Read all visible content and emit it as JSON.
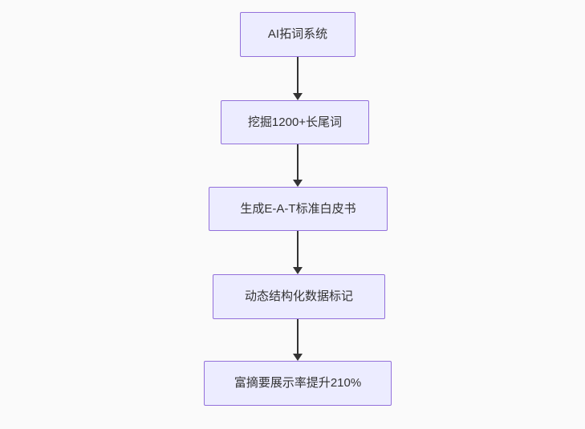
{
  "diagram": {
    "type": "flowchart",
    "direction": "top-down",
    "background_color": "#fafafa",
    "node_fill_color": "#ECECFF",
    "node_border_color": "#9370DB",
    "node_text_color": "#333333",
    "arrow_color": "#333333",
    "nodes": [
      {
        "id": "A",
        "label": "AI拓词系统"
      },
      {
        "id": "B",
        "label": "挖掘1200+长尾词"
      },
      {
        "id": "C",
        "label": "生成E-A-T标准白皮书"
      },
      {
        "id": "D",
        "label": "动态结构化数据标记"
      },
      {
        "id": "E",
        "label": "富摘要展示率提升210%"
      }
    ],
    "edges": [
      {
        "from": "A",
        "to": "B"
      },
      {
        "from": "B",
        "to": "C"
      },
      {
        "from": "C",
        "to": "D"
      },
      {
        "from": "D",
        "to": "E"
      }
    ]
  }
}
